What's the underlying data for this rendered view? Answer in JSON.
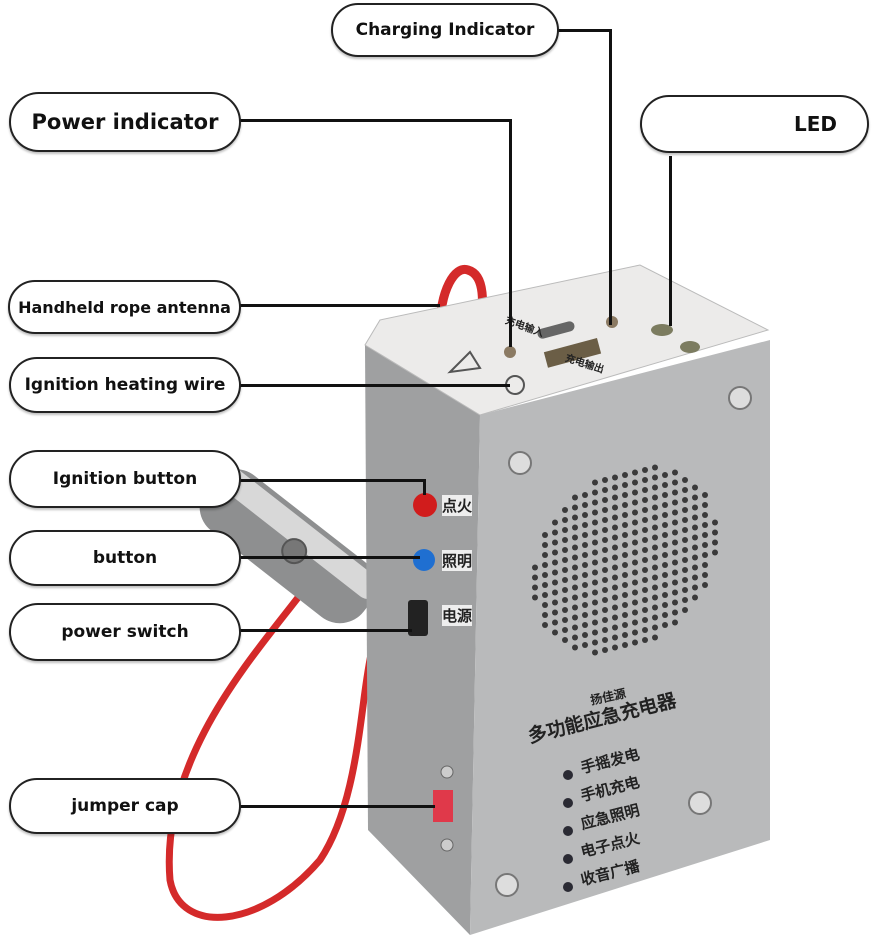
{
  "labels": {
    "charging_indicator": "Charging Indicator",
    "power_indicator": "Power indicator",
    "led": "LED",
    "handheld_rope_antenna": "Handheld rope antenna",
    "ignition_heating_wire": "Ignition heating wire",
    "ignition_button": "Ignition button",
    "button": "button",
    "power_switch": "power switch",
    "jumper_cap": "jumper cap"
  },
  "device": {
    "brand": "扬佳源",
    "title": "多功能应急充电器",
    "features": [
      "手摇发电",
      "手机充电",
      "应急照明",
      "电子点火",
      "收音广播"
    ],
    "side_labels": [
      "点火",
      "照明",
      "电源"
    ],
    "top_input": "充电输入",
    "top_output": "充电输出"
  },
  "colors": {
    "body": "#b9babb",
    "top": "#ecebea",
    "rope": "#d42a2a",
    "ignition_button": "#d11c1c",
    "light_button": "#1f6fd1"
  }
}
